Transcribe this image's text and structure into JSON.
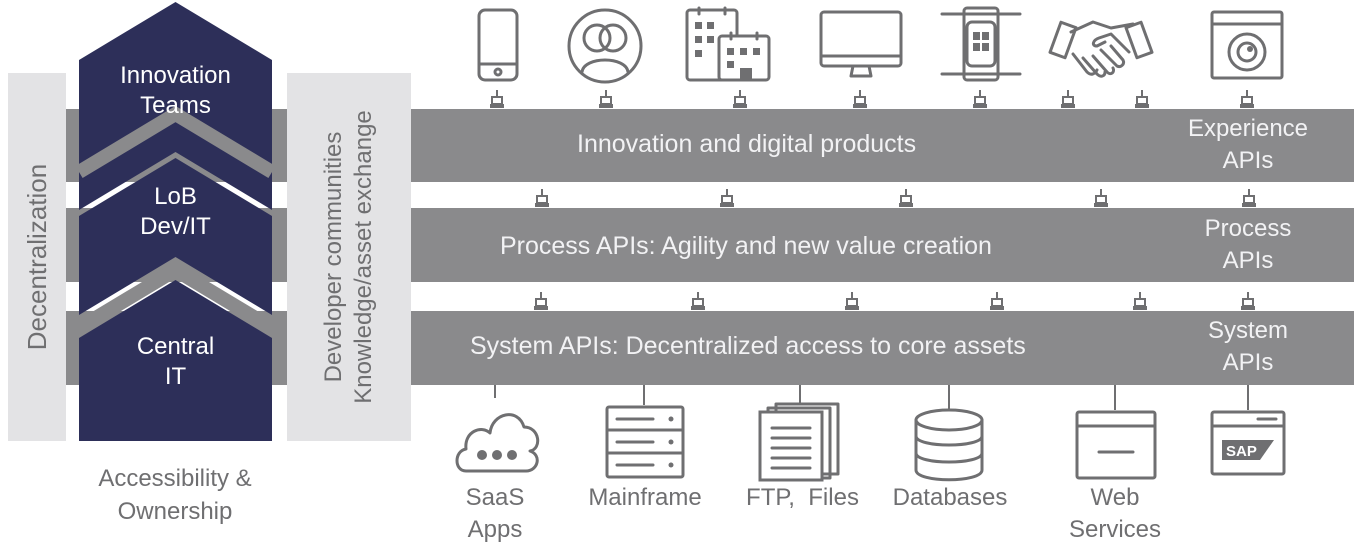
{
  "colors": {
    "navy": "#2d2f59",
    "band_gray": "#8a8a8c",
    "light_gray": "#e3e3e5",
    "icon_gray": "#6f6f71",
    "text_light": "#f2f2f4"
  },
  "left": {
    "decentralization": "Decentralization",
    "chevrons": [
      {
        "line1": "Innovation",
        "line2": "Teams"
      },
      {
        "line1": "LoB",
        "line2": "Dev/IT"
      },
      {
        "line1": "Central",
        "line2": "IT"
      }
    ],
    "communities_line1": "Developer communities",
    "communities_line2": "Knowledge/asset exchange",
    "caption_line1": "Accessibility &",
    "caption_line2": "Ownership"
  },
  "bands": [
    {
      "text": "Innovation and digital products",
      "label1": "Experience",
      "label2": "APIs"
    },
    {
      "text": "Process APIs: Agility and new value creation",
      "label1": "Process",
      "label2": "APIs"
    },
    {
      "text": "System APIs: Decentralized access to core assets",
      "label1": "System",
      "label2": "APIs"
    }
  ],
  "top_icons": [
    "mobile-phone-icon",
    "people-group-icon",
    "buildings-icon",
    "desktop-monitor-icon",
    "smartwatch-icon",
    "handshake-icon",
    "kiosk-camera-icon"
  ],
  "bottom": {
    "icons": [
      "cloud-saas-icon",
      "mainframe-icon",
      "files-icon",
      "database-icon",
      "web-services-icon",
      "sap-icon"
    ],
    "sap_text": "SAP",
    "saas_line1": "SaaS",
    "saas_line2": "Apps",
    "mainframe": "Mainframe",
    "ftp": "FTP,  Files",
    "databases": "Databases",
    "web_line1": "Web",
    "web_line2": "Services"
  }
}
